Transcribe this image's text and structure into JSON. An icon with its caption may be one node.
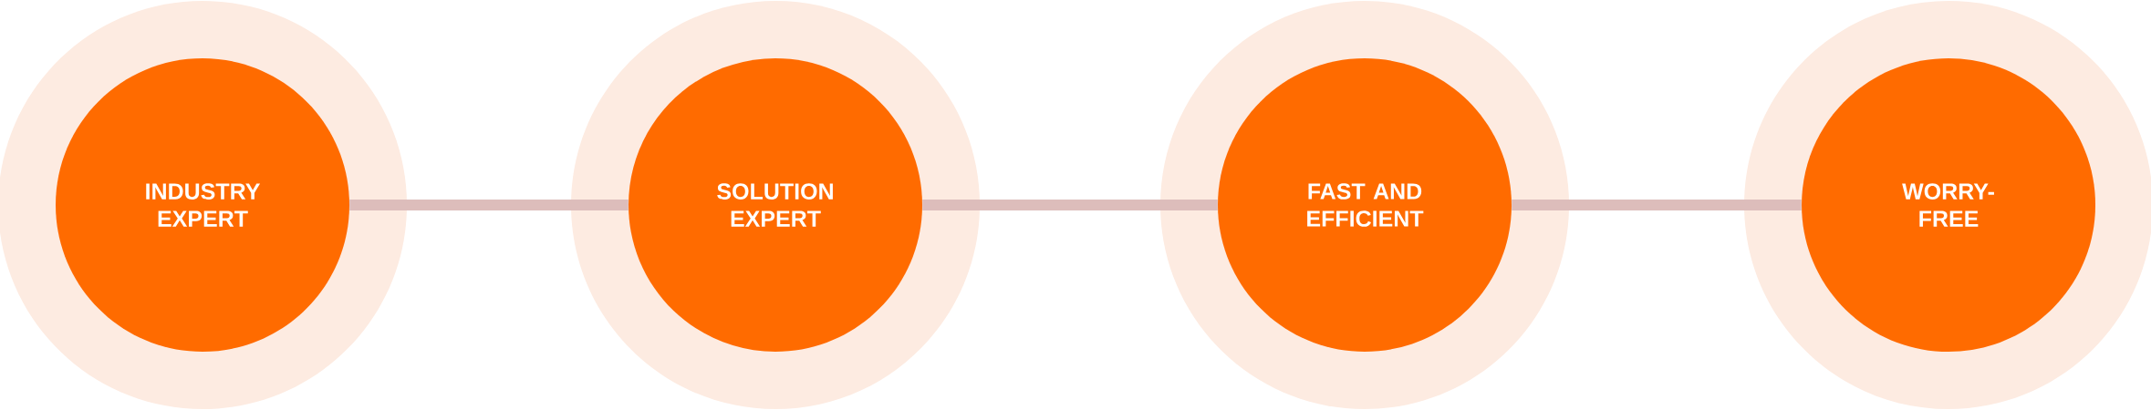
{
  "diagram": {
    "nodes": [
      {
        "text": [
          "INDUSTRY EXPERT"
        ]
      },
      {
        "text": [
          "SOLUTION EXPERT"
        ]
      },
      {
        "text": [
          "FAST AND EFFICIENT"
        ]
      },
      {
        "text": [
          "WORRY-FREE"
        ]
      }
    ],
    "edges": [
      {
        "from": 0,
        "to": 1,
        "arrow": "none"
      },
      {
        "from": 1,
        "to": 2,
        "arrow": "none"
      },
      {
        "from": 2,
        "to": 3,
        "arrow": "none"
      }
    ]
  }
}
